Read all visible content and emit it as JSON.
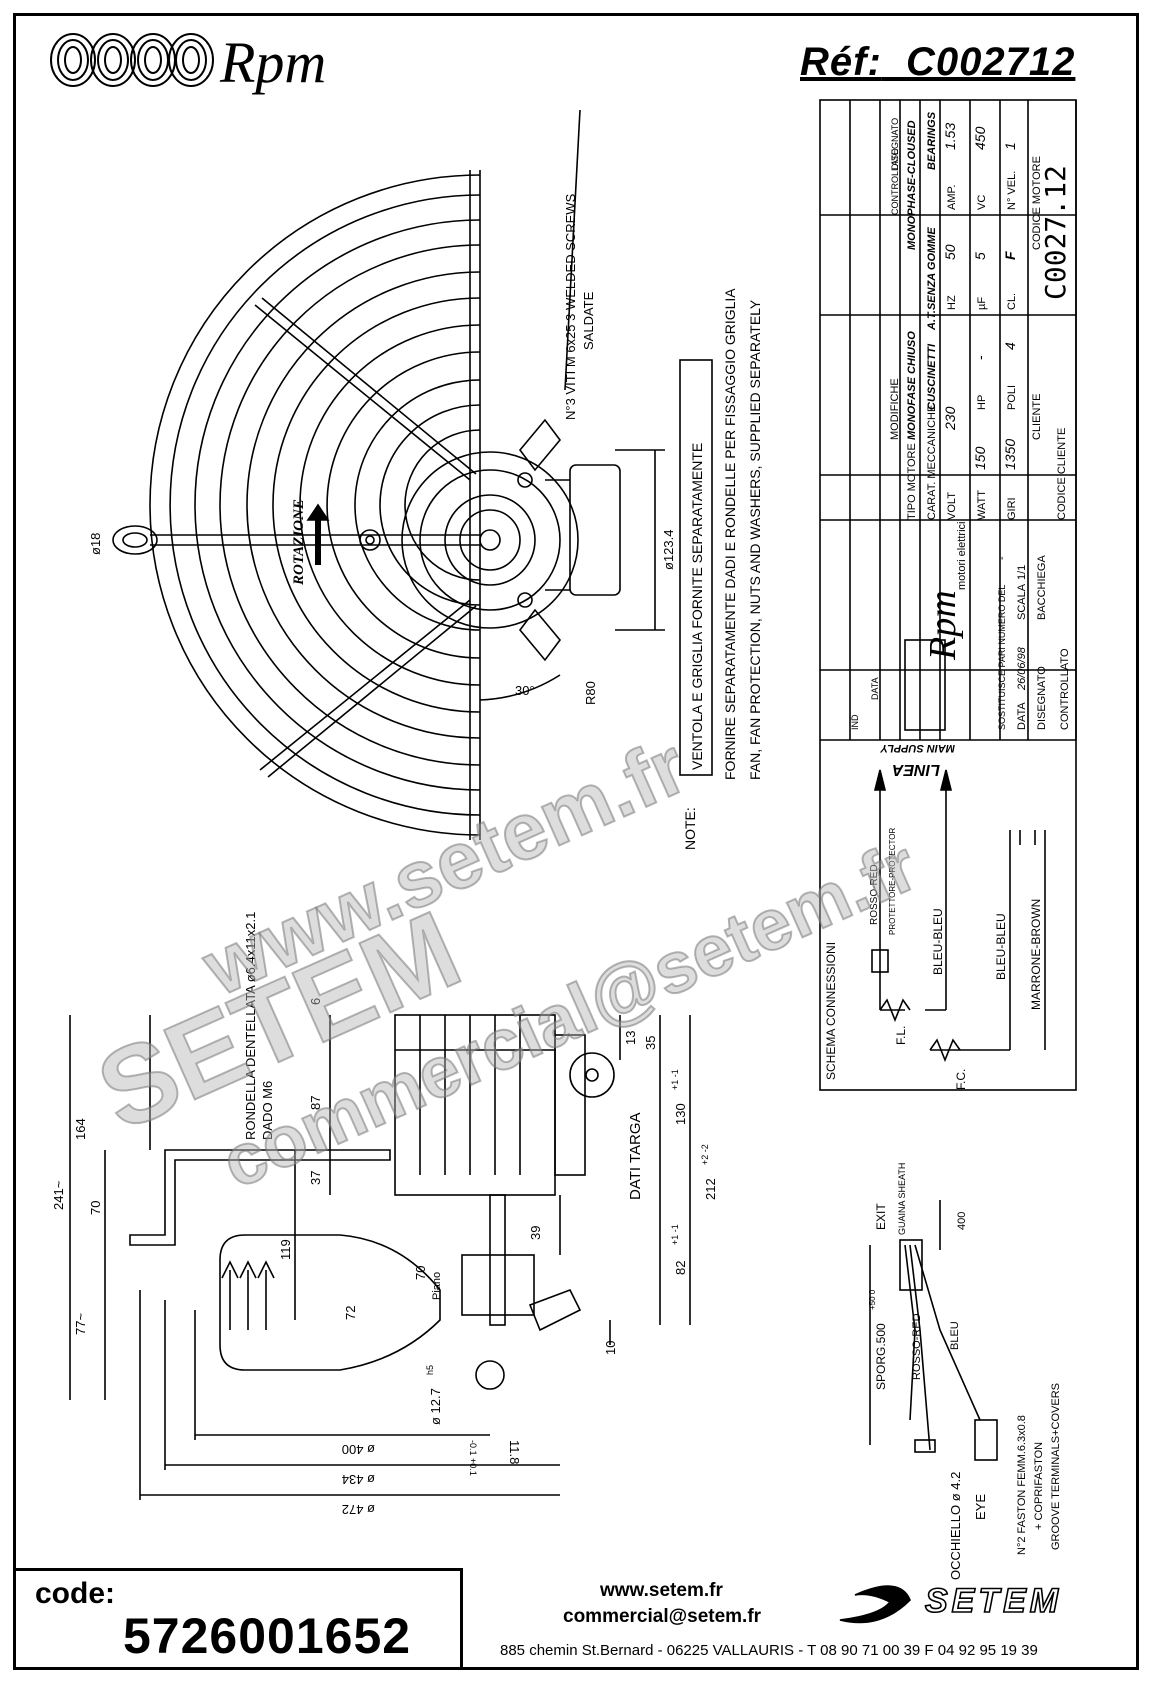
{
  "header": {
    "logo_text": "Rpm",
    "ref_label": "Réf:",
    "ref_code": "C002712"
  },
  "drawing": {
    "rotation_label": "ROTAZIONE",
    "screws_note_1": "N°3 VITI M 6x25  3 WELDED SCREWS",
    "screws_note_2": "SALDATE",
    "grid_note_1": "VENTOLA E GRIGLIA FORNITE SEPARATAMENTE",
    "grid_note_2": "FORNIRE SEPARATAMENTE DADI E RONDELLE PER FISSAGGIO GRIGLIA",
    "grid_note_3": "FAN, FAN PROTECTION, NUTS AND WASHERS, SUPPLIED SEPARATELY",
    "note_label": "NOTE:",
    "dim_d18": "ø18",
    "dim_d123": "ø123.4",
    "dim_angle": "30°",
    "dim_r80": "R80",
    "washer_1": "RONDELLA DENTELLATA ø6.4x11x2.1",
    "washer_2": "DADO M6",
    "dati_targa": "DATI TARGA",
    "dim_6": "6",
    "dim_87": "87",
    "dim_37": "37",
    "dim_13": "13",
    "dim_35": "35",
    "dim_130": "130",
    "dim_130_tol": "+1 -1",
    "dim_212": "212",
    "dim_212_tol": "+2 -2",
    "dim_241": "241~",
    "dim_164": "164",
    "dim_70a": "70",
    "dim_77": "77~",
    "dim_119": "119",
    "dim_70b": "70",
    "dim_72": "72",
    "dim_39": "39",
    "dim_82": "82",
    "dim_82_tol": "+1 -1",
    "dim_10": "10",
    "piano": "Piano",
    "shaft_dia": "ø 12.7",
    "shaft_tol": "h5",
    "shaft_flat": "11.8",
    "shaft_flat_tol": "-0.1 +0.1",
    "dim_d400": "ø 400",
    "dim_d434": "ø 434",
    "dim_d472": "ø 472"
  },
  "title_block": {
    "disegnato": "DISEGNATO",
    "controllato": "CONTROLLATO",
    "tipo_motore_label": "TIPO MOTORE",
    "tipo_motore": "MONOFASE CHIUSO",
    "tipo_motore_en": "MONOPHASE-CLOUSED",
    "carat_label": "CARAT. MECCANICHE",
    "carat": "CUSCINETTI",
    "carat_2": "A.T.SENZA GOMME",
    "carat_en": "BEARINGS",
    "modifiche": "MODIFICHE",
    "volt_label": "VOLT",
    "volt": "230",
    "hz_label": "HZ",
    "hz": "50",
    "amp_label": "AMP.",
    "amp": "1.53",
    "watt_label": "WATT",
    "watt": "150",
    "hp_label": "HP",
    "hp": "-",
    "uf_label": "µF",
    "uf": "5",
    "vc_label": "VC",
    "vc": "450",
    "giri_label": "GIRI",
    "giri": "1350",
    "poli_label": "POLI",
    "poli": "4",
    "cl_label": "CL.",
    "cl": "F",
    "nvel_label": "N° VEL.",
    "nvel": "1",
    "cliente": "CLIENTE",
    "codice_cliente": "CODICE CLIENTE",
    "codice_motore_label": "CODICE MOTORE",
    "codice_motore": "C0027.12",
    "brand": "Rpm",
    "brand_sub": "motori elettrici",
    "sostituisce": "SOSTITUISCE PARI NUMERO DEL",
    "sostituisce_val": "-",
    "data_label": "DATA",
    "data": "26/06/98",
    "scala_label": "SCALA",
    "scala": "1/1",
    "disegnato_val": "BACCHIEGA",
    "ind": "IND",
    "data_col": "DATA"
  },
  "wiring": {
    "title": "SCHEMA CONNESSIONI",
    "linea": "LINEA",
    "main_supply": "MAIN SUPPLY",
    "rosso_red": "ROSSO-RED",
    "protector": "PROTETTORE-PROTECTOR",
    "bleu_1": "BLEU-BLEU",
    "bleu_2": "BLEU-BLEU",
    "marrone": "MARRONE-BROWN",
    "fl": "F.L.",
    "fc": "F.C."
  },
  "exit": {
    "guaina": "GUAINA SHEATH",
    "dim_400": "400",
    "exit_label": "EXIT",
    "sporg": "SPORG.500",
    "sporg_tol": "+50 0",
    "rosso_red": "ROSSO-RED",
    "bleu": "BLEU",
    "occhiello": "OCCHIELLO ø 4.2",
    "eye": "EYE",
    "faston_1": "N°2 FASTON FEMM.6.3x0.8",
    "faston_2": "+ COPRIFASTON",
    "faston_3": "GROOVE TERMINALS+COVERS"
  },
  "footer": {
    "code_label": "code:",
    "code_value": "5726001652",
    "website": "www.setem.fr",
    "email": "commercial@setem.fr",
    "address": "885 chemin St.Bernard  -  06225 VALLAURIS  -  T 08 90 71 00 39   F 04 92 95 19 39",
    "brand": "SETEM"
  },
  "watermark": {
    "line1": "www.setem.fr",
    "line2": "SETEM",
    "line3": "commercial@setem.fr"
  }
}
